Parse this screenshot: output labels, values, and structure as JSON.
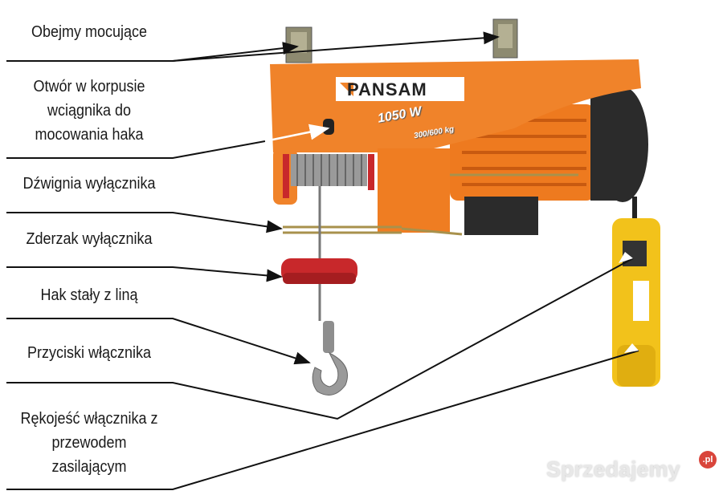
{
  "labels": {
    "mounting_brackets": "Obejmy mocujące",
    "hook_hole": [
      "Otwór w korpusie",
      "wciągnika do",
      "mocowania haka"
    ],
    "switch_lever": "Dźwignia wyłącznika",
    "switch_stop": "Zderzak wyłącznika",
    "fixed_hook": "Hak stały z liną",
    "switch_buttons": "Przyciski włącznika",
    "switch_handle": [
      "Rękojeść włącznika z",
      "przewodem",
      "zasilającym"
    ]
  },
  "product": {
    "brand": "PANSAM",
    "power": "1050 W",
    "capacity": "300/600 kg"
  },
  "watermark": {
    "text": "Sprzedajemy",
    "badge": ".pl"
  },
  "colors": {
    "body": "#f0832a",
    "motor_cap": "#2b2b2b",
    "pendant": "#f2c21b",
    "stop": "#c8282b"
  }
}
